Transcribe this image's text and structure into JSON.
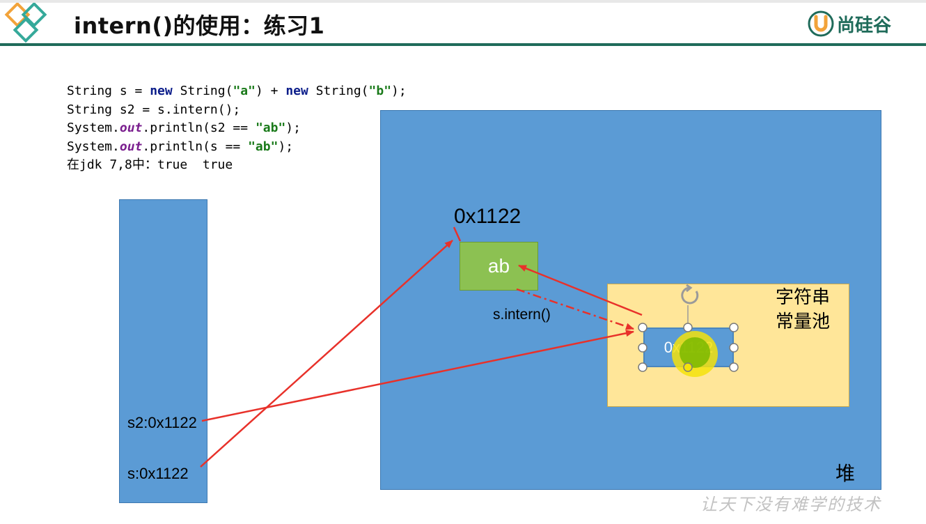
{
  "slide": {
    "title": "intern()的使用：练习1",
    "brand_text": "尚硅谷",
    "watermark": "让天下没有难学的技术"
  },
  "code": {
    "lines": [
      [
        {
          "t": "String s = "
        },
        {
          "t": "new",
          "c": "kw"
        },
        {
          "t": " String("
        },
        {
          "t": "\"a\"",
          "c": "str"
        },
        {
          "t": ") + "
        },
        {
          "t": "new",
          "c": "kw"
        },
        {
          "t": " String("
        },
        {
          "t": "\"b\"",
          "c": "str"
        },
        {
          "t": ");"
        }
      ],
      [
        {
          "t": "String s2 = s.intern();"
        }
      ],
      [
        {
          "t": "System."
        },
        {
          "t": "out",
          "c": "fld"
        },
        {
          "t": ".println(s2 == "
        },
        {
          "t": "\"ab\"",
          "c": "str"
        },
        {
          "t": ");"
        }
      ],
      [
        {
          "t": "System."
        },
        {
          "t": "out",
          "c": "fld"
        },
        {
          "t": ".println(s == "
        },
        {
          "t": "\"ab\"",
          "c": "str"
        },
        {
          "t": ");"
        }
      ],
      [
        {
          "t": "在jdk 7,8中：true  true"
        }
      ]
    ]
  },
  "diagram": {
    "heap_label": "堆",
    "pool_label_line1": "字符串",
    "pool_label_line2": "常量池",
    "object_value": "ab",
    "object_address": "0x1122",
    "pool_entry": "0x1122",
    "intern_label": "s.intern()",
    "stack_s2": "s2:0x1122",
    "stack_s": "s:0x1122"
  },
  "colors": {
    "region_blue": "#5b9bd5",
    "pool_yellow": "#ffe699",
    "object_green": "#8cc152",
    "arrow_red": "#e8312a",
    "title_rule": "#1f6b5a"
  }
}
